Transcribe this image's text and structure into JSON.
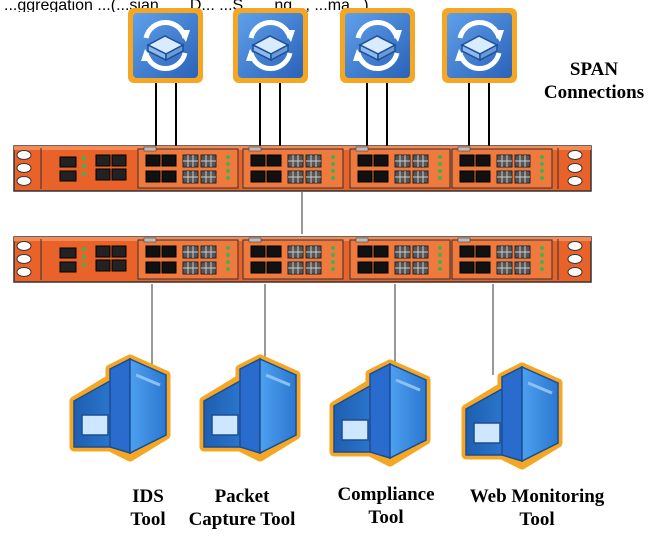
{
  "top_caption": "...ggregation ...(...sian... ...D... ...S... ...ng..., ...ma...)",
  "span_label": [
    "SPAN",
    "Connections"
  ],
  "tools": [
    {
      "lines": [
        "IDS",
        "Tool"
      ]
    },
    {
      "lines": [
        "Packet",
        "Capture Tool"
      ]
    },
    {
      "lines": [
        "Compliance",
        "Tool"
      ]
    },
    {
      "lines": [
        "Web Monitoring",
        "Tool"
      ]
    }
  ],
  "switch_count": 4,
  "colors": {
    "chassis": "#e8622a",
    "chassis_dark": "#b8451a",
    "switch_blue": "#3e7fd0",
    "switch_border": "#f5a623",
    "server_blue": "#3f8ee0",
    "server_border": "#f5a623"
  },
  "icons": [
    "network-switch-icon",
    "server-tool-icon"
  ]
}
